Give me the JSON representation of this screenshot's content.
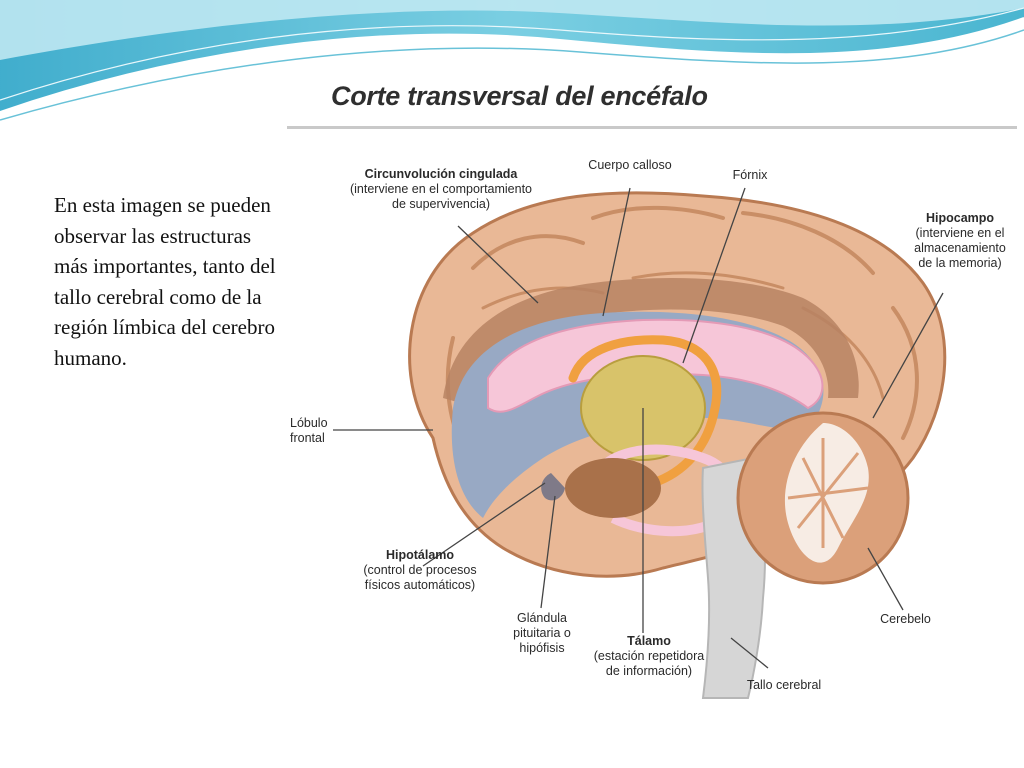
{
  "slide": {
    "text": "En esta imagen se pueden observar las estructuras más importantes, tanto del tallo cerebral como de la región límbica del cerebro humano."
  },
  "figure": {
    "title": "Corte transversal del encéfalo",
    "labels": {
      "cingulada": {
        "title": "Circunvolución cingulada",
        "line1": "(interviene en el comportamiento",
        "line2": "de supervivencia)"
      },
      "calloso": {
        "text": "Cuerpo calloso"
      },
      "fornix": {
        "text": "Fórnix"
      },
      "hipocampo": {
        "title": "Hipocampo",
        "line1": "(interviene en el",
        "line2": "almacenamiento",
        "line3": "de la memoria)"
      },
      "lobulo": {
        "line1": "Lóbulo",
        "line2": "frontal"
      },
      "hipotalamo": {
        "title": "Hipotálamo",
        "line1": "(control de procesos",
        "line2": "físicos automáticos)"
      },
      "glandula": {
        "line1": "Glándula",
        "line2": "pituitaria o",
        "line3": "hipófisis"
      },
      "talamo": {
        "title": "Tálamo",
        "line1": "(estación repetidora",
        "line2": "de información)"
      },
      "cerebelo": {
        "text": "Cerebelo"
      },
      "tallo": {
        "text": "Tallo cerebral"
      }
    }
  },
  "colors": {
    "wave_teal": "#2aa8c8",
    "wave_light": "#bfe8f2",
    "cortex": "#e9b896",
    "cortex_dark": "#b97a52",
    "corpus_callosum": "#f6c6d8",
    "ventricle": "#98a9c4",
    "thalamus": "#d8c36a",
    "fornix": "#f0a040",
    "brainstem": "#d6d6d6",
    "cerebellum_white": "#f7ece4"
  }
}
